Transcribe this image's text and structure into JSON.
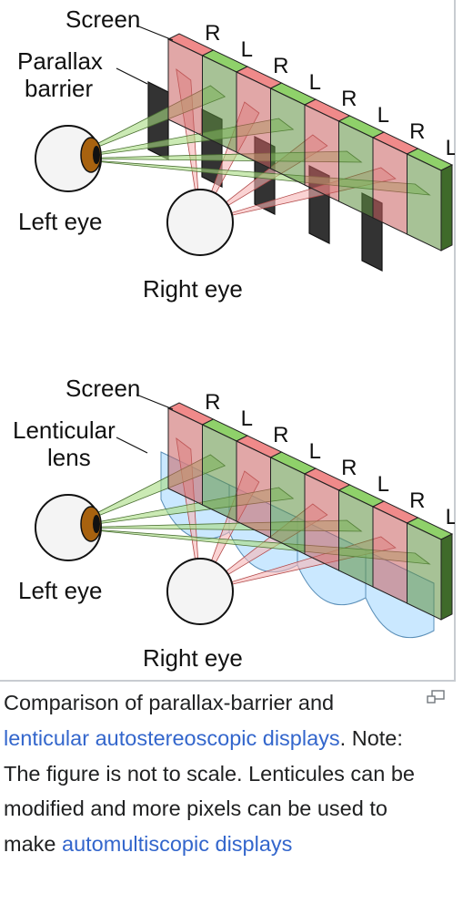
{
  "diagrams": [
    {
      "kind": "parallax",
      "labels": {
        "screen": "Screen",
        "barrier_line1": "Parallax",
        "barrier_line2": "barrier",
        "left_eye": "Left eye",
        "right_eye": "Right eye"
      },
      "pixel_labels": [
        "R",
        "L",
        "R",
        "L",
        "R",
        "L",
        "R",
        "L"
      ]
    },
    {
      "kind": "lenticular",
      "labels": {
        "screen": "Screen",
        "lens_line1": "Lenticular",
        "lens_line2": "lens",
        "left_eye": "Left eye",
        "right_eye": "Right eye"
      },
      "pixel_labels": [
        "R",
        "L",
        "R",
        "L",
        "R",
        "L",
        "R",
        "L"
      ]
    }
  ],
  "caption": {
    "text1": "Comparison of parallax-barrier and ",
    "link1": "lenticular autostereoscopic displays",
    "text2": ". Note: The figure is not to scale. Lenticules can be modified and more pixels can be used to make ",
    "link2": "automultiscopic displays"
  },
  "colors": {
    "red_pixel": "#f08a8a",
    "green_pixel": "#8fd16a",
    "link": "#3366cc",
    "barrier": "#333333",
    "lens": "#9fd6ff"
  },
  "icons": {
    "enlarge": "enlarge-icon"
  }
}
